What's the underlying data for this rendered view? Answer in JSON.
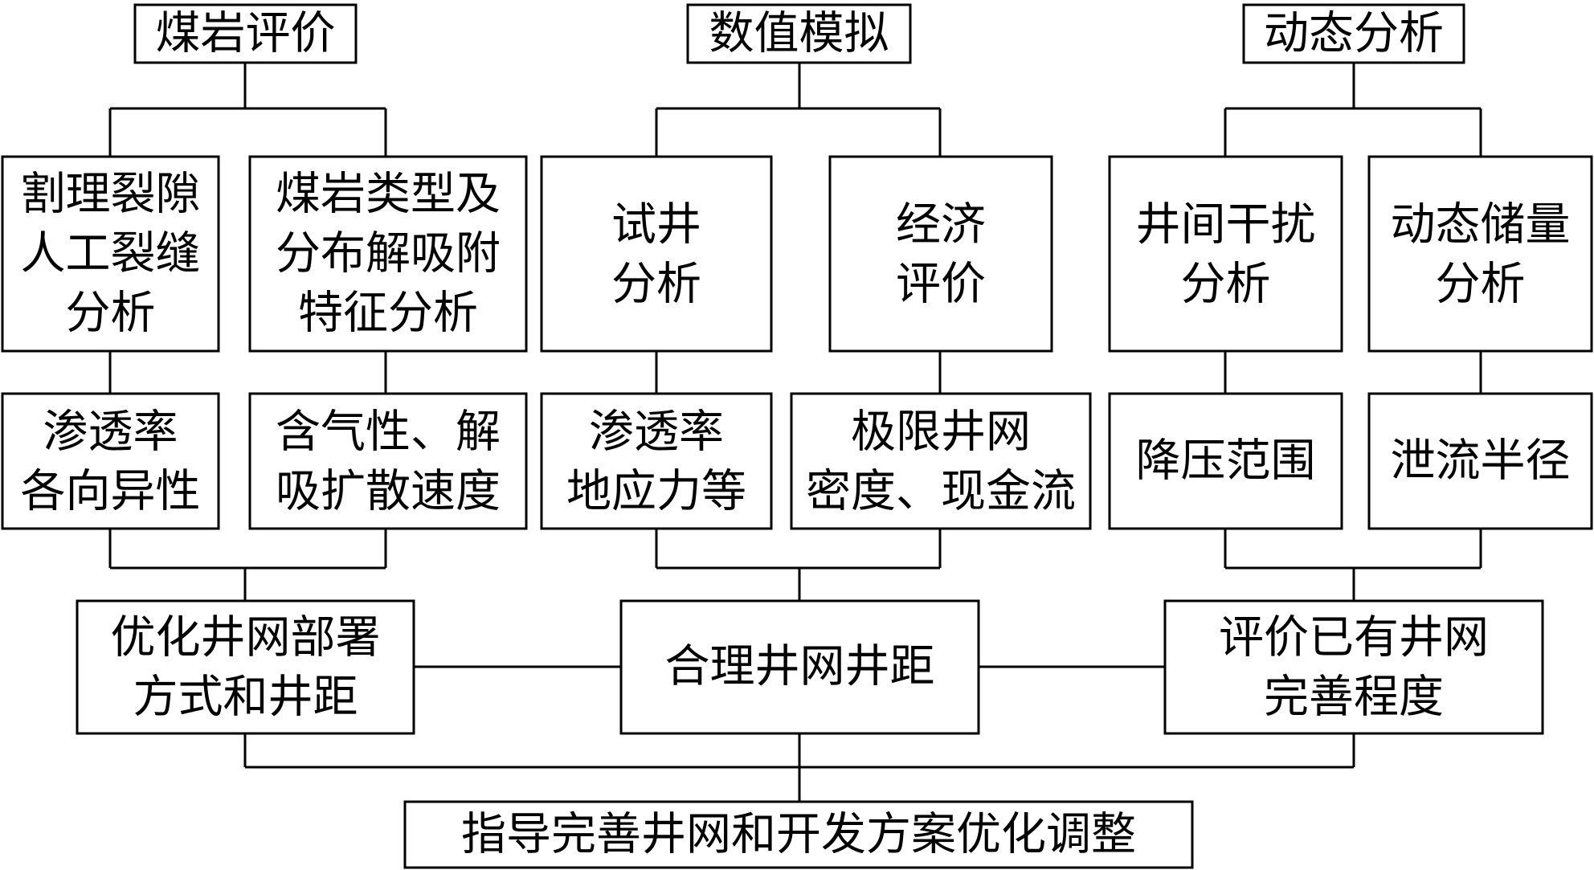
{
  "top_methods": {
    "coal_rock_evaluation": "煤岩评价",
    "numerical_simulation": "数值模拟",
    "dynamic_analysis": "动态分析"
  },
  "analysis_boxes": {
    "cleat_fracture": [
      "割理裂隙",
      "人工裂缝",
      "分析"
    ],
    "coal_type": [
      "煤岩类型及",
      "分布解吸附",
      "特征分析"
    ],
    "well_test": [
      "试井",
      "分析"
    ],
    "economic": [
      "经济",
      "评价"
    ],
    "interference": [
      "井间干扰",
      "分析"
    ],
    "dynamic_reserve": [
      "动态储量",
      "分析"
    ]
  },
  "result_boxes": {
    "permeability_anisotropy": [
      "渗透率",
      "各向异性"
    ],
    "gas_content": [
      "含气性、解",
      "吸扩散速度"
    ],
    "permeability_stress": [
      "渗透率",
      "地应力等"
    ],
    "limit_density": [
      "极限井网",
      "密度、现金流"
    ],
    "pressure_drop": [
      "降压范围"
    ],
    "drainage_radius": [
      "泄流半径"
    ]
  },
  "outcome_boxes": {
    "optimize_pattern": [
      "优化井网部署",
      "方式和井距"
    ],
    "reasonable_spacing": [
      "合理井网井距"
    ],
    "evaluate_existing": [
      "评价已有井网",
      "完善程度"
    ]
  },
  "final_box": [
    "指导完善井网和开发方案优化调整"
  ]
}
